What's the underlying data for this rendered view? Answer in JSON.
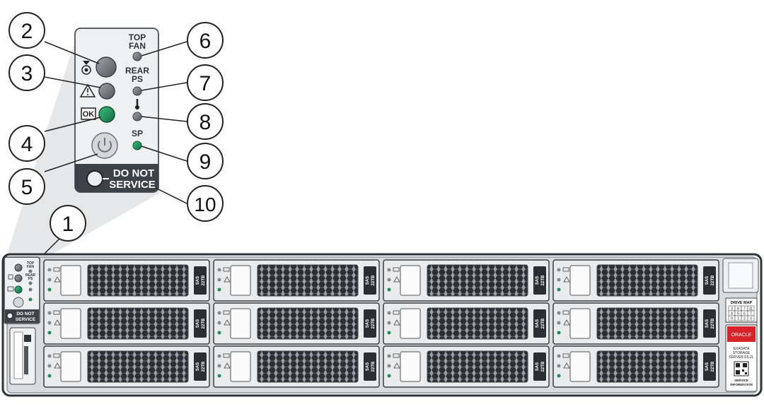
{
  "callouts": [
    "1",
    "2",
    "3",
    "4",
    "5",
    "6",
    "7",
    "8",
    "9",
    "10"
  ],
  "panel": {
    "top_fan_line1": "TOP",
    "top_fan_line2": "FAN",
    "rear_ps_line1": "REAR",
    "rear_ps_line2": "PS",
    "sp_label": "SP",
    "ok_label": "OK",
    "do_not_line1": "DO NOT",
    "do_not_line2": "SERVICE"
  },
  "small_panel": {
    "top_label": "TOP",
    "fan_label": "FAN",
    "rear_label": "REAR",
    "ps_label": "PS",
    "do_not_line1": "DO NOT",
    "do_not_line2": "SERVICE"
  },
  "drive": {
    "sas_label": "SAS",
    "cap_label": "22TB"
  },
  "right_panel": {
    "drive_map_title": "DRIVE MAP",
    "drive_map_rows": [
      [
        "3",
        "6",
        "7",
        "11"
      ],
      [
        "4",
        "5",
        "6",
        "7"
      ],
      [
        "0",
        "1",
        "2",
        "3"
      ]
    ],
    "oracle_label": "ORACLE",
    "product_line1": "EXADATA",
    "product_line2": "STORAGE",
    "product_line3": "SERVER E5-2L",
    "service_line1": "SERVICE",
    "service_line2": "INFORMATION"
  },
  "colors": {
    "led_green": "#1f8f57",
    "panel_dark": "#3c4248",
    "oracle_red": "#d8232a",
    "callout_stroke": "#222222",
    "chassis_gray": "#d7dadd"
  }
}
